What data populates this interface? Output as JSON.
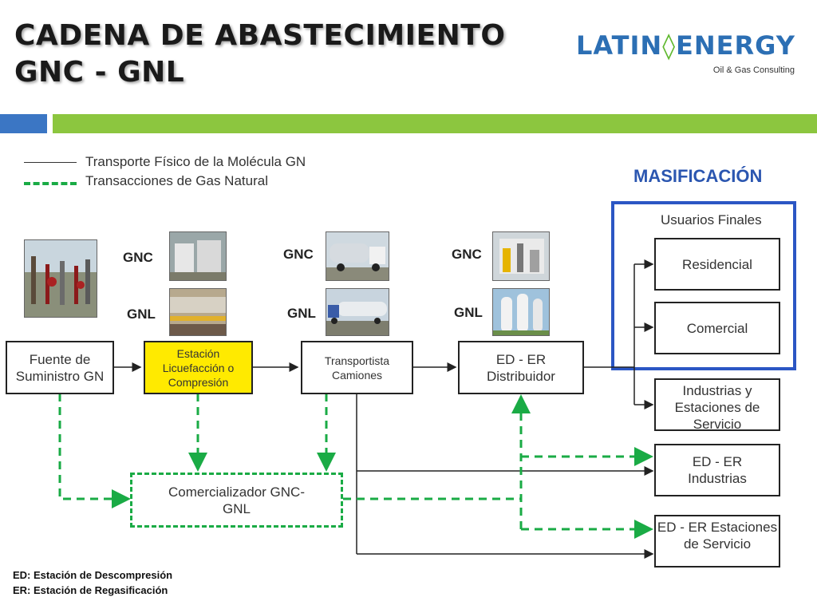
{
  "title": {
    "line1": "CADENA DE ABASTECIMIENTO",
    "line2": "GNC - GNL"
  },
  "logo": {
    "left": "LATIN",
    "right": "ENERGY",
    "subtitle": "Oil & Gas Consulting"
  },
  "legend": {
    "solid_label": "Transporte Físico de la Molécula GN",
    "dashed_label": "Transacciones de Gas Natural"
  },
  "masificacion": {
    "title": "MASIFICACIÓN",
    "subtitle": "Usuarios Finales"
  },
  "tags": {
    "gnc_1": "GNC",
    "gnl_1": "GNL",
    "gnc_2": "GNC",
    "gnl_2": "GNL",
    "gnc_3": "GNC",
    "gnl_3": "GNL"
  },
  "boxes": {
    "fuente": "Fuente de Suministro GN",
    "estacion": "Estación Licuefacción o Compresión",
    "transportista": "Transportista Camiones",
    "distribuidor": "ED - ER Distribuidor",
    "comercializador": "Comercializador GNC-GNL",
    "residencial": "Residencial",
    "comercial": "Comercial",
    "industrias_estaciones": "Industrias y Estaciones de Servicio",
    "ed_industrias": "ED - ER Industrias",
    "ed_estaciones": "ED - ER Estaciones de Servicio"
  },
  "footnotes": {
    "ed": "ED: Estación de Descompresión",
    "er": "ER: Estación de Regasificación"
  },
  "colors": {
    "accent_blue": "#3b76c4",
    "accent_green": "#8cc63f",
    "dash_green": "#1aab45",
    "masif_blue": "#2b56c4",
    "highlight_yellow": "#ffea00"
  }
}
